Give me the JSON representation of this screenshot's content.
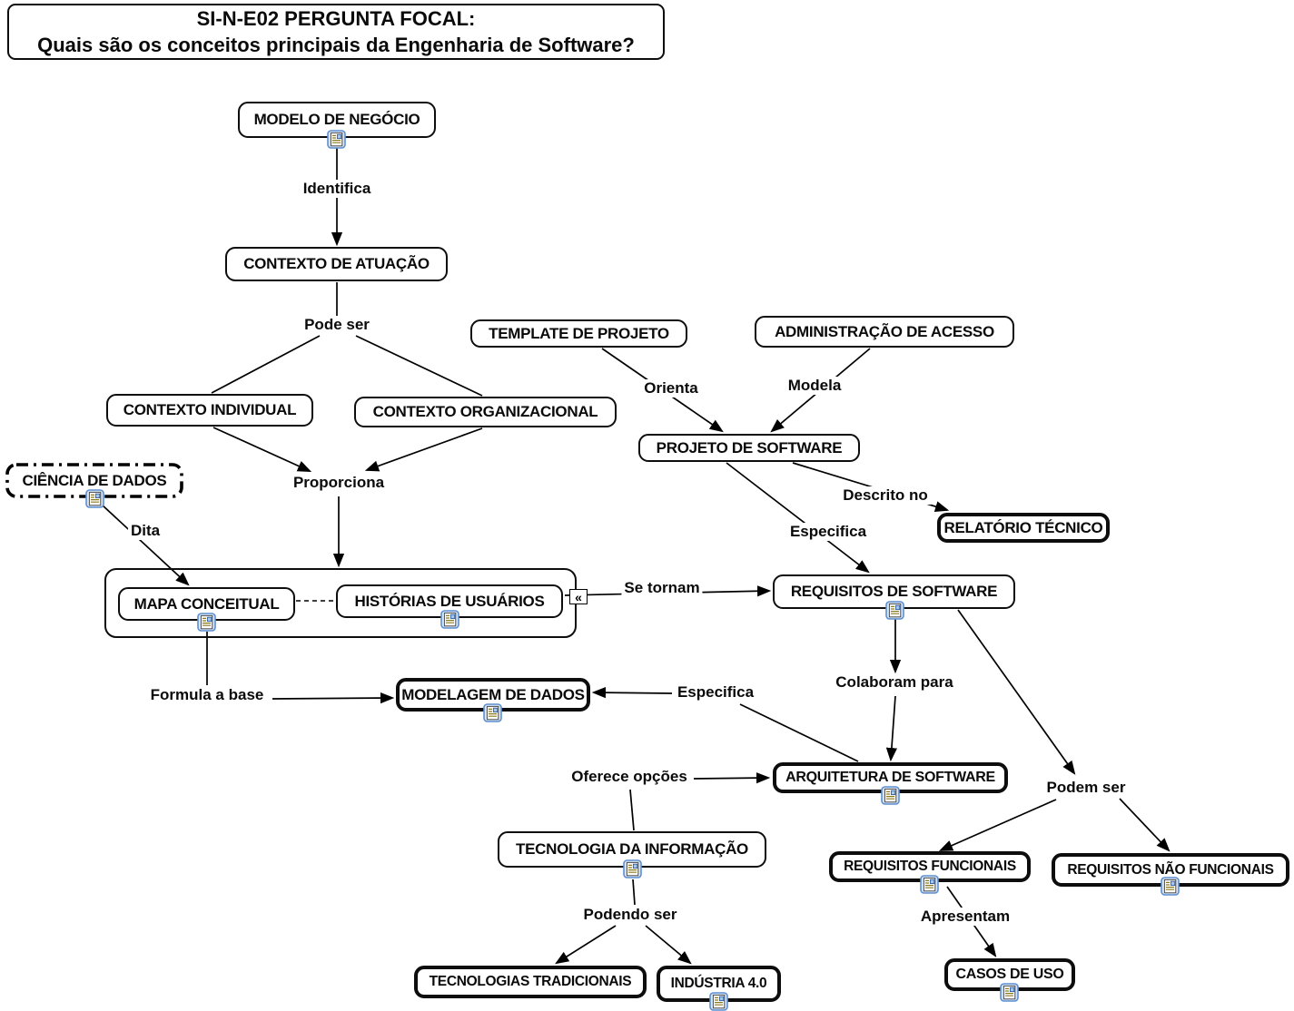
{
  "title": {
    "line1": "SI-N-E02 PERGUNTA FOCAL:",
    "line2": "Quais são os conceitos principais da Engenharia de Software?"
  },
  "nodes": {
    "modelo_negocio": "MODELO DE NEGÓCIO",
    "contexto_atuacao": "CONTEXTO DE ATUAÇÃO",
    "contexto_individual": "CONTEXTO INDIVIDUAL",
    "contexto_organizacional": "CONTEXTO ORGANIZACIONAL",
    "template_projeto": "TEMPLATE DE PROJETO",
    "administracao_acesso": "ADMINISTRAÇÃO DE ACESSO",
    "projeto_software": "PROJETO DE SOFTWARE",
    "relatorio_tecnico": "RELATÓRIO TÉCNICO",
    "ciencia_dados": "CIÊNCIA DE DADOS",
    "mapa_conceitual": "MAPA CONCEITUAL",
    "historias_usuarios": "HISTÓRIAS DE USUÁRIOS",
    "requisitos_software": "REQUISITOS DE SOFTWARE",
    "modelagem_dados": "MODELAGEM DE DADOS",
    "arquitetura_software": "ARQUITETURA DE SOFTWARE",
    "tecnologia_informacao": "TECNOLOGIA DA INFORMAÇÃO",
    "tecnologias_tradicionais": "TECNOLOGIAS TRADICIONAIS",
    "industria_40": "INDÚSTRIA 4.0",
    "requisitos_funcionais": "REQUISITOS FUNCIONAIS",
    "requisitos_nao_funcionais": "REQUISITOS NÃO FUNCIONAIS",
    "casos_uso": "CASOS DE USO"
  },
  "links": {
    "identifica": "Identifica",
    "pode_ser": "Pode ser",
    "proporciona": "Proporciona",
    "dita": "Dita",
    "orienta": "Orienta",
    "modela": "Modela",
    "descrito_no": "Descrito no",
    "especifica_requisitos": "Especifica",
    "se_tornam": "Se tornam",
    "formula_a_base": "Formula a base",
    "especifica_modelagem": "Especifica",
    "colaboram_para": "Colaboram para",
    "oferece_opcoes": "Oferece opções",
    "podem_ser": "Podem ser",
    "podendo_ser": "Podendo ser",
    "apresentam": "Apresentam"
  },
  "collapse_indicator": "«",
  "colors": {
    "node_border": "#0d0d0d",
    "background": "#ffffff",
    "resource_icon_frame": "#5d8fd1",
    "resource_icon_fill": "#d9e7f8"
  }
}
